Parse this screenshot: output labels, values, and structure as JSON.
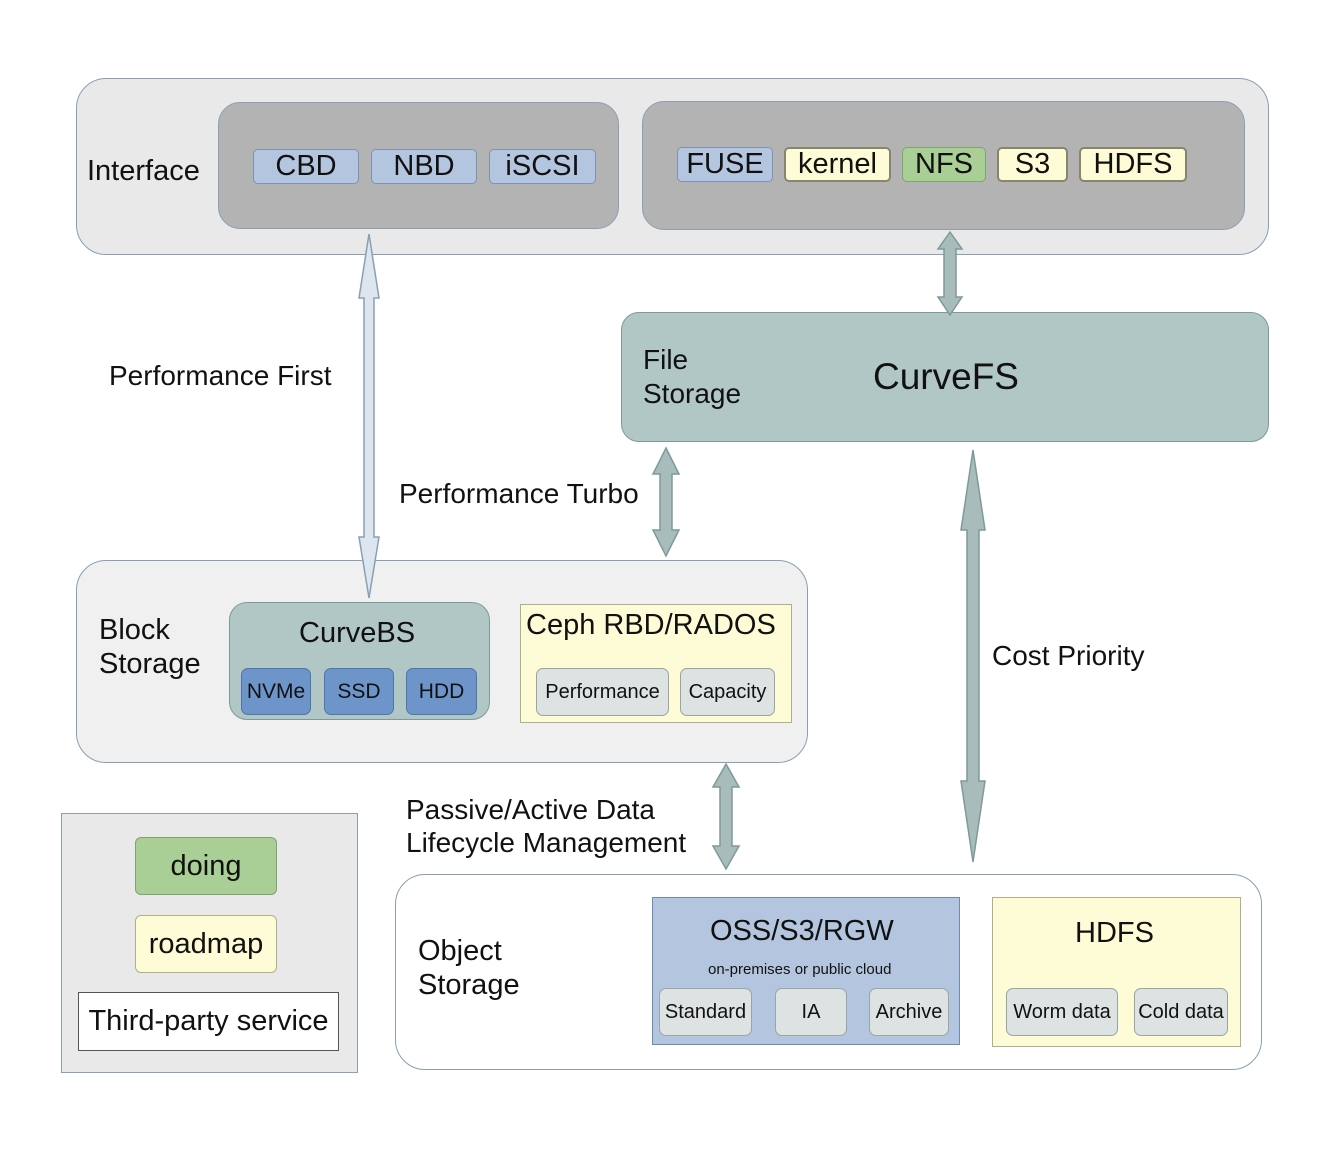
{
  "interface": {
    "label": "Interface",
    "block_protocols": [
      "CBD",
      "NBD",
      "iSCSI"
    ],
    "fs_protocols": [
      "FUSE",
      "kernel",
      "NFS",
      "S3",
      "HDFS"
    ]
  },
  "file_storage": {
    "label_line1": "File",
    "label_line2": "Storage",
    "name": "CurveFS"
  },
  "block_storage": {
    "label_line1": "Block",
    "label_line2": "Storage",
    "curvebs": {
      "title": "CurveBS",
      "media": [
        "NVMe",
        "SSD",
        "HDD"
      ]
    },
    "ceph": {
      "title": "Ceph RBD/RADOS",
      "tiers": [
        "Performance",
        "Capacity"
      ]
    }
  },
  "object_storage": {
    "label_line1": "Object",
    "label_line2": "Storage",
    "oss": {
      "title": "OSS/S3/RGW",
      "subtitle": "on-premises or public cloud",
      "classes": [
        "Standard",
        "IA",
        "Archive"
      ]
    },
    "hdfs": {
      "title": "HDFS",
      "data": [
        "Worm data",
        "Cold data"
      ]
    }
  },
  "connections": {
    "performance_first": "Performance First",
    "performance_turbo": "Performance Turbo",
    "cost_priority": "Cost Priority",
    "lifecycle_line1": "Passive/Active Data",
    "lifecycle_line2": "Lifecycle Management"
  },
  "legend": {
    "doing": "doing",
    "roadmap": "roadmap",
    "third_party": "Third-party service"
  },
  "colors": {
    "panel": "#e9e9e9",
    "group": "#b3b3b3",
    "curve": "#b1c7c5",
    "blue_pill": "#b4c6df",
    "dark_blue": "#6d95c9",
    "doing": "#a9cf96",
    "roadmap": "#fdfcd6",
    "oss_panel": "#b4c6df",
    "arrow_light": "#dde5ef",
    "arrow_teal": "#a9bcbc"
  }
}
